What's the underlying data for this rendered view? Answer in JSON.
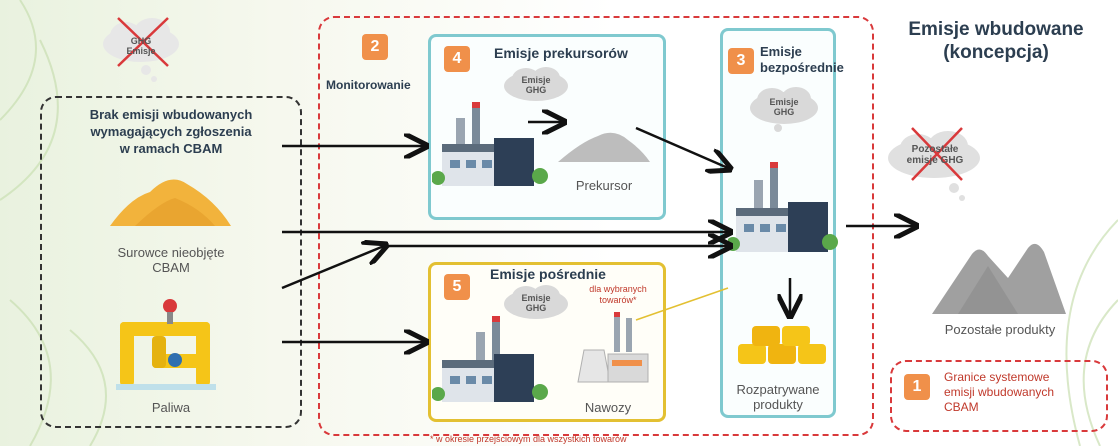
{
  "title_line1": "Emisje wbudowane",
  "title_line2": "(koncepcja)",
  "left_box": {
    "heading_line1": "Brak emisji wbudowanych",
    "heading_line2": "wymagających zgłoszenia",
    "heading_line3": "w ramach CBAM",
    "raw_label_line1": "Surowce nieobjęte",
    "raw_label_line2": "CBAM",
    "fuel_label": "Paliwa",
    "cloud_line1": "GHG",
    "cloud_line2": "Emisje"
  },
  "monitoring": {
    "number": "2",
    "label": "Monitorowanie"
  },
  "precursor_box": {
    "number": "4",
    "title": "Emisje prekursorów",
    "cloud_line1": "Emisje",
    "cloud_line2": "GHG",
    "product_label": "Prekursor"
  },
  "indirect_box": {
    "number": "5",
    "title": "Emisje pośrednie",
    "cloud_line1": "Emisje",
    "cloud_line2": "GHG",
    "note_line1": "dla wybranych",
    "note_line2": "towarów*",
    "product_label": "Nawozy"
  },
  "direct_box": {
    "number": "3",
    "title_line1": "Emisje",
    "title_line2": "bezpośrednie",
    "cloud_line1": "Emisje",
    "cloud_line2": "GHG",
    "product_line1": "Rozpatrywane",
    "product_line2": "produkty"
  },
  "remaining": {
    "cloud_line1": "Pozostałe",
    "cloud_line2": "emisje GHG",
    "label": "Pozostałe produkty"
  },
  "legend": {
    "number": "1",
    "line1": "Granice systemowe",
    "line2": "emisji wbudowanych",
    "line3": "CBAM"
  },
  "footnote": "* w okresie przejściowym dla wszystkich towarów",
  "colors": {
    "accent_orange": "#f0904a",
    "teal": "#7fc9cf",
    "gold": "#e3c032",
    "red_dash": "#d9393b"
  }
}
